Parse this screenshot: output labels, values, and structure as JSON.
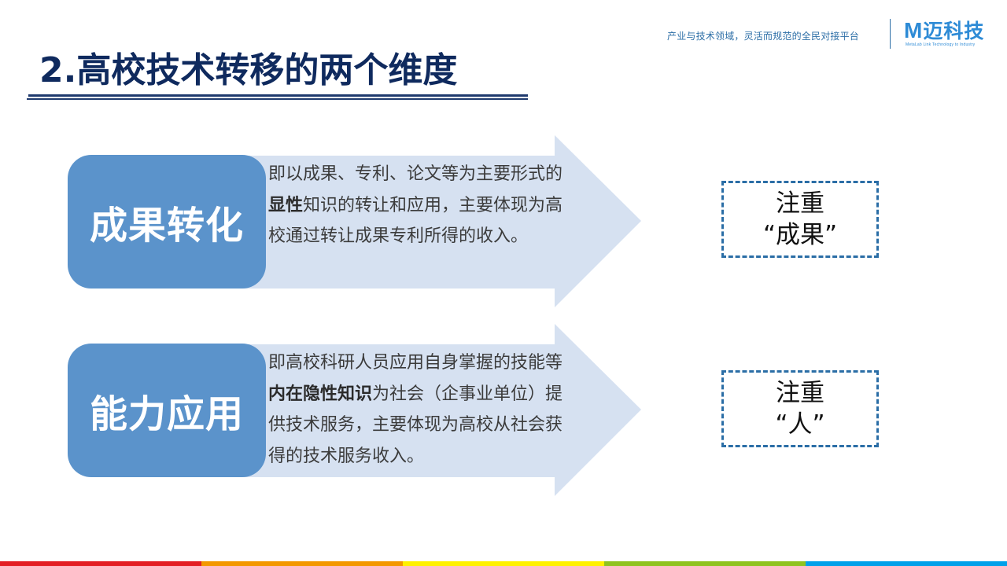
{
  "header": {
    "slogan": "产业与技术领域，灵活而规范的全民对接平台",
    "logo_text": "迈科技",
    "logo_letter": "M",
    "logo_sub": "MetaLab  Link Technology to Industry"
  },
  "slide": {
    "title": "2.高校技术转移的两个维度"
  },
  "rows": [
    {
      "label": "成果转化",
      "desc_parts": [
        "即以成果、专利、论文等为主要形式的",
        "显性",
        "知识的转让和应用，主要体现为高校通过转让成果专利所得的收入。"
      ],
      "focus_line1": "注重",
      "focus_line2": "“成果”"
    },
    {
      "label": "能力应用",
      "desc_parts": [
        "即高校科研人员应用自身掌握的技能等",
        "内在隐性知识",
        "为社会（企事业单位）提供技术服务，主要体现为高校从社会获得的技术服务收入。"
      ],
      "focus_line1": "注重",
      "focus_line2": "“人”"
    }
  ],
  "colors": {
    "accent": "#5b93cb",
    "arrow_fill": "#d6e1f1",
    "title": "#0f2a5e",
    "dashed_border": "#2b6ea6",
    "footer": [
      "#e31e24",
      "#f39800",
      "#fff100",
      "#8fc31f",
      "#00a0e9"
    ]
  }
}
